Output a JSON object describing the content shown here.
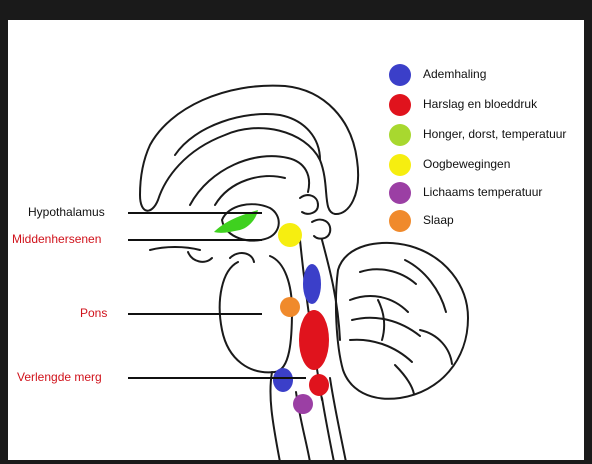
{
  "legend": [
    {
      "label": "Ademhaling",
      "color": "#3b3fc9"
    },
    {
      "label": "Harslag en bloeddruk",
      "color": "#e0131d"
    },
    {
      "label": "Honger, dorst, temperatuur",
      "color": "#a8d82f"
    },
    {
      "label": "Oogbewegingen",
      "color": "#f6ee10"
    },
    {
      "label": "Lichaams temperatuur",
      "color": "#9b3fa4"
    },
    {
      "label": "Slaap",
      "color": "#f08a2c"
    }
  ],
  "labels": {
    "hypothalamus": "Hypothalamus",
    "middenhersenen": "Middenhersenen",
    "pons": "Pons",
    "verlengde_merg": "Verlengde merg"
  },
  "colors": {
    "label_red": "#d0121b",
    "label_black": "#111111",
    "outline": "#1a1a1a"
  }
}
